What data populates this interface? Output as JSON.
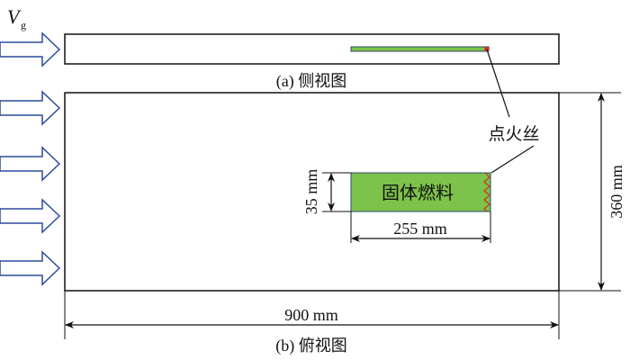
{
  "labels": {
    "velocity_symbol": "V",
    "velocity_subscript": "g",
    "side_view_caption": "(a) 侧视图",
    "top_view_caption": "(b) 俯视图",
    "ignition_wire": "点火丝",
    "solid_fuel": "固体燃料"
  },
  "dimensions": {
    "fuel_width": "35 mm",
    "fuel_length": "255 mm",
    "tunnel_width": "360 mm",
    "tunnel_length": "900 mm"
  },
  "colors": {
    "flow_arrow": "#2a4d9c",
    "fuel": "#7dc24a",
    "ignition": "#d0302a",
    "line": "#111111"
  },
  "flow_arrow_count": 5
}
